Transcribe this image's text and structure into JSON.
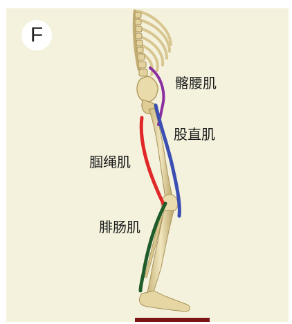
{
  "panel": {
    "letter": "F"
  },
  "labels": {
    "iliopsoas": "髂腰肌",
    "rectus_femoris": "股直肌",
    "hamstrings": "腘绳肌",
    "gastrocnemius": "腓肠肌"
  },
  "colors": {
    "background": "#f4f2dd",
    "bone": "#e6d7a3",
    "bone_shadow": "#b9a56c",
    "iliopsoas": "#8b2fa0",
    "rectus_femoris": "#3b4fb3",
    "hamstrings": "#e02828",
    "gastrocnemius": "#1f5c2a",
    "platform": "#7a1616"
  }
}
